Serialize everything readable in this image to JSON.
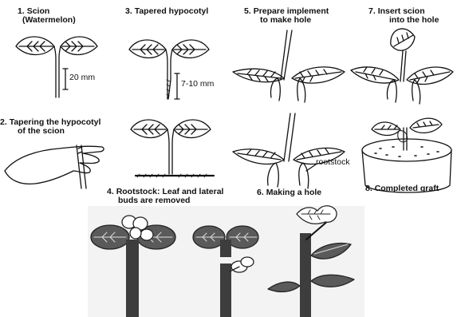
{
  "steps": {
    "s1": {
      "num": "1.",
      "line1": "Scion",
      "line2": "(Watermelon)",
      "measure": "20 mm"
    },
    "s3": {
      "num": "3.",
      "line1": "Tapered hypocotyl",
      "measure": "7-10 mm"
    },
    "s5": {
      "num": "5.",
      "line1": "Prepare implement",
      "line2": "to make hole"
    },
    "s7": {
      "num": "7.",
      "line1": "Insert scion",
      "line2": "into the hole"
    },
    "s2": {
      "num": "2.",
      "line1": "Tapering the hypocotyl",
      "line2": "of the scion"
    },
    "s8": {
      "num": "8.",
      "line1": "Completed graft"
    },
    "s4": {
      "num": "4.",
      "line1": "Rootstock: Leaf and lateral",
      "line2": "buds are removed"
    },
    "s6": {
      "num": "6.",
      "line1": "Making a hole"
    }
  },
  "rootstock_label": "rootstock",
  "colors": {
    "ink": "#111111",
    "leaf_dark": "#555555",
    "stem_dark": "#444444",
    "panel_bg": "#f3f3f3"
  }
}
